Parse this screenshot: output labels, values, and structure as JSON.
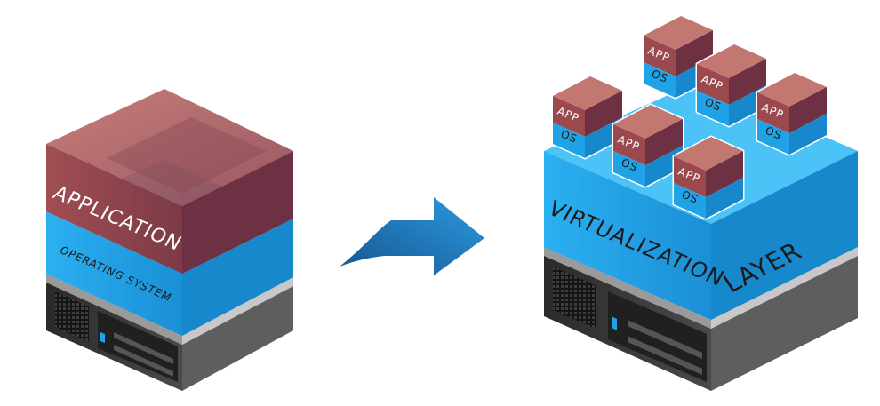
{
  "left_stack": {
    "application_label": "APPLICATION",
    "os_label": "OPERATING SYSTEM"
  },
  "right_stack": {
    "layer_label_1": "VIRTUALIZATION",
    "layer_label_2": "LAYER",
    "vm_app_label": "APP",
    "vm_os_label": "OS",
    "vm_count": 6
  },
  "colors": {
    "app": "#9a4a4e",
    "os": "#1fa3e6",
    "server": "#3a3a3a",
    "arrow": "#1f7fc4"
  }
}
